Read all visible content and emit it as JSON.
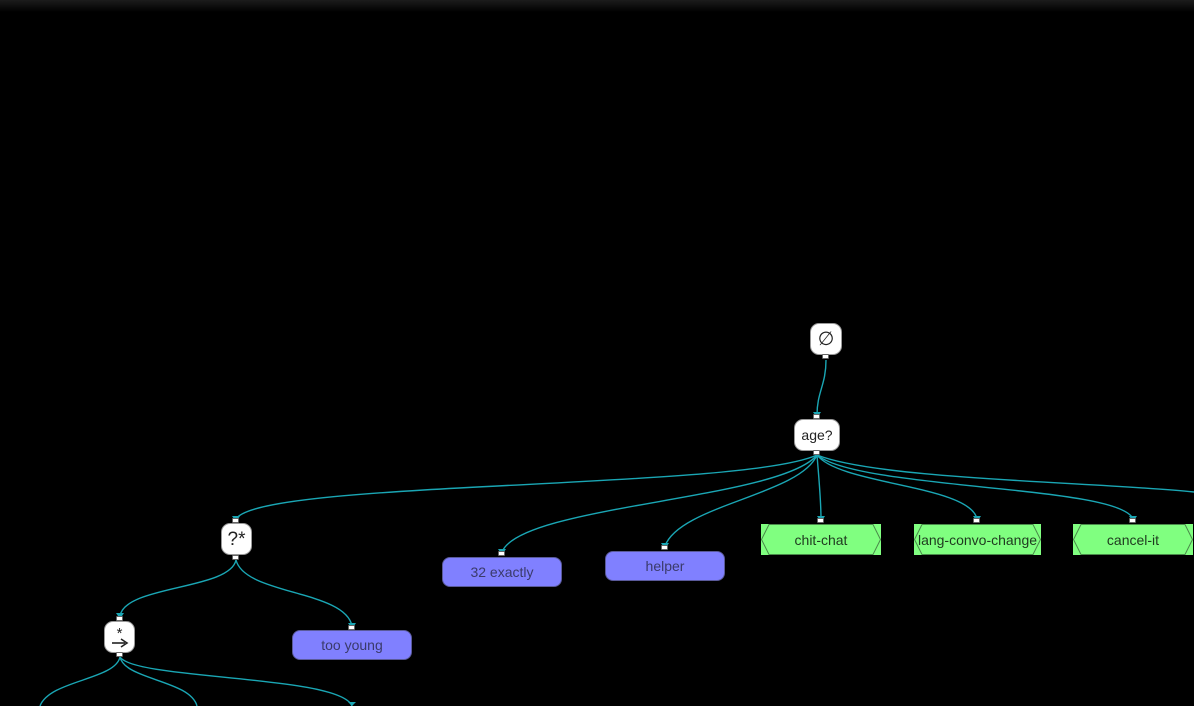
{
  "colors": {
    "background": "#000000",
    "edge": "#1aa6b4",
    "node_white": "#ffffff",
    "node_blue": "#8080ff",
    "node_green": "#80ff80"
  },
  "nodes": {
    "root_symbol": "∅",
    "age_label": "age?",
    "wildcard_label": "?*",
    "goto_symbol": "*",
    "exactly_label": "32 exactly",
    "helper_label": "helper",
    "too_young_label": "too young",
    "chit_chat_label": "chit-chat",
    "lang_convo_change_label": "lang-convo-change",
    "cancel_it_label": "cancel-it"
  }
}
